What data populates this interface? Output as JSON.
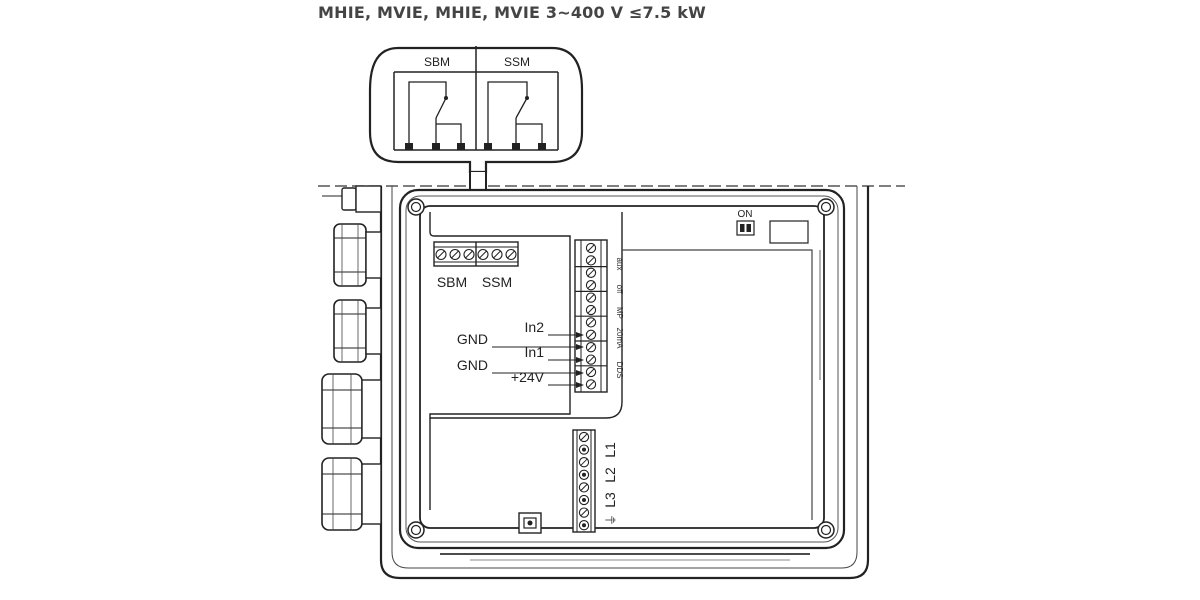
{
  "title": "MHIE, MVIE, MHIE, MVIE 3~400 V ≤7.5 kW",
  "detail": {
    "sbm": "SBM",
    "ssm": "SSM"
  },
  "relay_labels": {
    "sbm": "SBM",
    "ssm": "SSM"
  },
  "switch": {
    "on": "ON"
  },
  "control_terminal_labels": [
    "aux",
    "off",
    "MP",
    "20mA",
    "DDS"
  ],
  "signals": [
    {
      "id": "in2",
      "label": "In2"
    },
    {
      "id": "gnd1",
      "label": "GND"
    },
    {
      "id": "in1",
      "label": "In1"
    },
    {
      "id": "gnd2",
      "label": "GND"
    },
    {
      "id": "v24",
      "label": "+24V"
    }
  ],
  "power_terminal_labels": {
    "l1": "L1",
    "l2": "L2",
    "l3": "L3",
    "pe": "⏚"
  }
}
